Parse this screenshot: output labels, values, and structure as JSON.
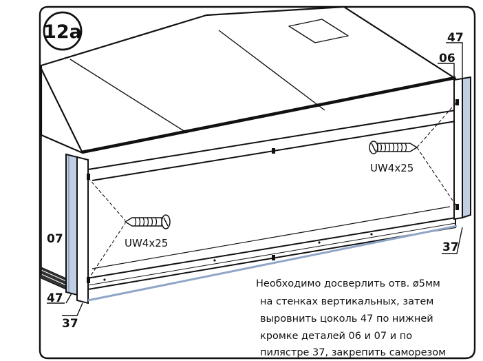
{
  "step_badge": "12a",
  "part_labels": {
    "top_right_47": "47",
    "top_right_06": "06",
    "left_07": "07",
    "bottom_left_47": "47",
    "bottom_left_37": "37",
    "bottom_right_37": "37"
  },
  "screw_labels": {
    "right_screw": "UW4x25",
    "left_screw": "UW4x25"
  },
  "note_lines": [
    "Необходимо досверлить отв. ø5мм",
    "на стенках вертикальных, затем",
    "выровнить цоколь 47 по нижней",
    "кромке деталей 06 и 07 и по",
    "пилястре 37, закрепить саморезом"
  ],
  "colors": {
    "line": "#111111",
    "highlight": "#8fa6c9",
    "panel": "#ffffff"
  },
  "icons": [
    "screw-icon",
    "screw-icon"
  ]
}
